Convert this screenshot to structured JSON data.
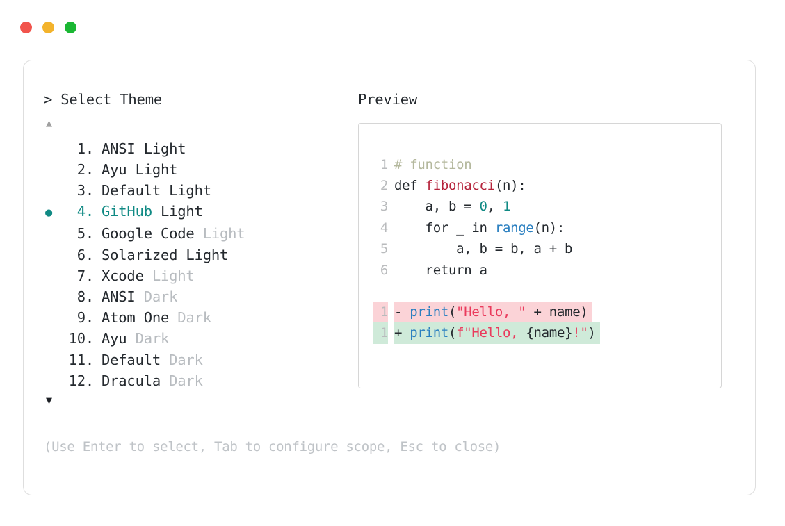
{
  "window": {
    "traffic_lights": [
      {
        "name": "close",
        "color": "#f1544c"
      },
      {
        "name": "minimize",
        "color": "#f3b32c"
      },
      {
        "name": "maximize",
        "color": "#1ab733"
      }
    ]
  },
  "accent_color": "#108a84",
  "prompt": {
    "marker": ">",
    "title": "Select Theme",
    "full": "> Select Theme"
  },
  "scroll": {
    "up_arrow": "▲",
    "down_arrow": "▼",
    "up_active": false,
    "down_active": true
  },
  "selection": {
    "bullet": "●",
    "selected_index": 4
  },
  "themes": [
    {
      "index": "1",
      "name": "ANSI",
      "variant": "Light",
      "variant_muted": false,
      "selected": false
    },
    {
      "index": "2",
      "name": "Ayu",
      "variant": "Light",
      "variant_muted": false,
      "selected": false
    },
    {
      "index": "3",
      "name": "Default",
      "variant": "Light",
      "variant_muted": false,
      "selected": false
    },
    {
      "index": "4",
      "name": "GitHub",
      "variant": "Light",
      "variant_muted": false,
      "selected": true
    },
    {
      "index": "5",
      "name": "Google Code",
      "variant": "Light",
      "variant_muted": true,
      "selected": false
    },
    {
      "index": "6",
      "name": "Solarized",
      "variant": "Light",
      "variant_muted": false,
      "selected": false
    },
    {
      "index": "7",
      "name": "Xcode",
      "variant": "Light",
      "variant_muted": true,
      "selected": false
    },
    {
      "index": "8",
      "name": "ANSI",
      "variant": "Dark",
      "variant_muted": true,
      "selected": false
    },
    {
      "index": "9",
      "name": "Atom One",
      "variant": "Dark",
      "variant_muted": true,
      "selected": false
    },
    {
      "index": "10",
      "name": "Ayu",
      "variant": "Dark",
      "variant_muted": true,
      "selected": false
    },
    {
      "index": "11",
      "name": "Default",
      "variant": "Dark",
      "variant_muted": true,
      "selected": false
    },
    {
      "index": "12",
      "name": "Dracula",
      "variant": "Dark",
      "variant_muted": true,
      "selected": false
    }
  ],
  "hint": "(Use Enter to select, Tab to configure scope, Esc to close)",
  "preview": {
    "label": "Preview",
    "code_lines": [
      {
        "ln": "1",
        "tokens": [
          {
            "t": "# function",
            "c": "comment"
          }
        ]
      },
      {
        "ln": "2",
        "tokens": [
          {
            "t": "def ",
            "c": "keyword"
          },
          {
            "t": "fibonacci",
            "c": "func"
          },
          {
            "t": "(n):",
            "c": "plain"
          }
        ]
      },
      {
        "ln": "3",
        "tokens": [
          {
            "t": "    a, b = ",
            "c": "plain"
          },
          {
            "t": "0",
            "c": "num"
          },
          {
            "t": ", ",
            "c": "plain"
          },
          {
            "t": "1",
            "c": "num"
          }
        ]
      },
      {
        "ln": "4",
        "tokens": [
          {
            "t": "    for _ in ",
            "c": "plain"
          },
          {
            "t": "range",
            "c": "builtin"
          },
          {
            "t": "(n):",
            "c": "plain"
          }
        ]
      },
      {
        "ln": "5",
        "tokens": [
          {
            "t": "        a, b = b, a + b",
            "c": "plain"
          }
        ]
      },
      {
        "ln": "6",
        "tokens": [
          {
            "t": "    return a",
            "c": "plain"
          }
        ]
      }
    ],
    "diff_lines": [
      {
        "ln": "1",
        "marker": "-",
        "kind": "minus",
        "bg": "#fbd3d7",
        "tokens": [
          {
            "t": "- ",
            "c": "plain"
          },
          {
            "t": "print",
            "c": "builtin"
          },
          {
            "t": "(",
            "c": "plain"
          },
          {
            "t": "\"Hello, \"",
            "c": "str"
          },
          {
            "t": " + name)",
            "c": "plain"
          }
        ]
      },
      {
        "ln": "1",
        "marker": "+",
        "kind": "plus",
        "bg": "#cfead9",
        "tokens": [
          {
            "t": "+ ",
            "c": "plain"
          },
          {
            "t": "print",
            "c": "builtin"
          },
          {
            "t": "(",
            "c": "plain"
          },
          {
            "t": "f\"Hello, ",
            "c": "str"
          },
          {
            "t": "{name}",
            "c": "plain"
          },
          {
            "t": "!\"",
            "c": "str"
          },
          {
            "t": ")",
            "c": "plain"
          }
        ]
      }
    ]
  }
}
